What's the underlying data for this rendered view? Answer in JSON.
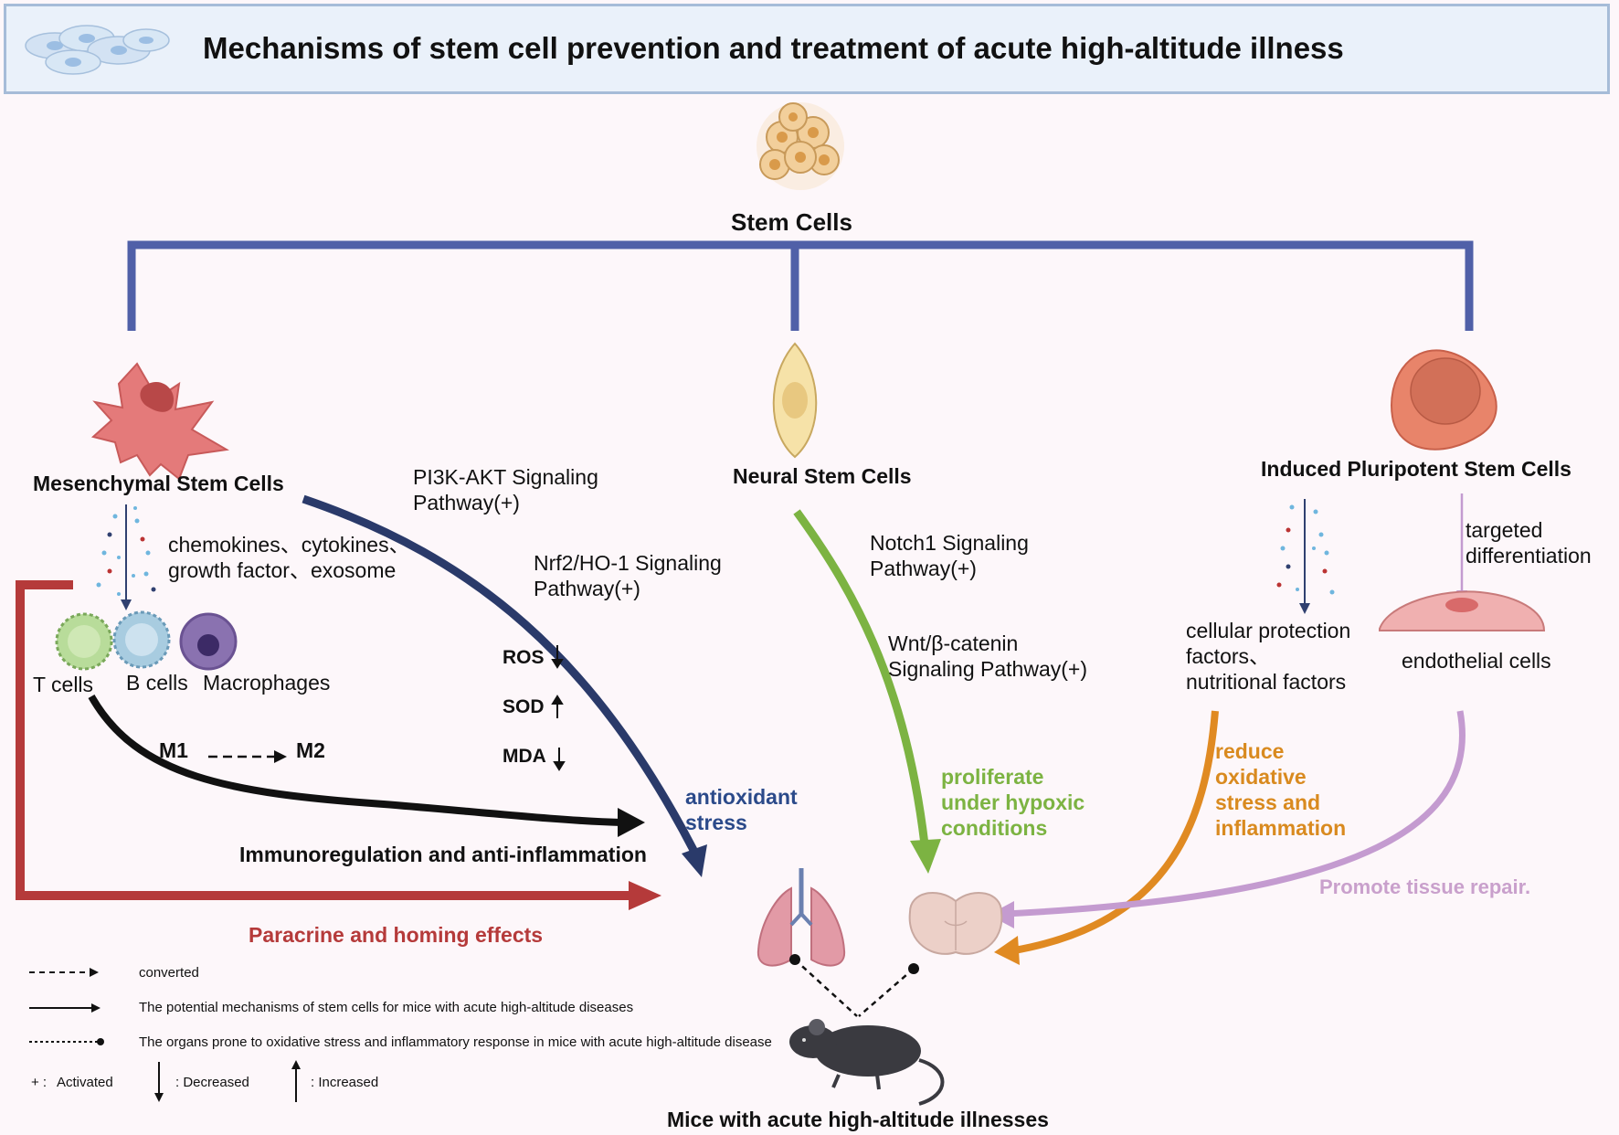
{
  "title": "Mechanisms of stem cell prevention and treatment of acute high-altitude illness",
  "root": "Stem Cells",
  "branches": {
    "msc": {
      "name": "Mesenchymal Stem Cells",
      "secretions": "chemokines、cytokines、\ngrowth factor、exosome",
      "immune_cells": [
        "T cells",
        "B cells",
        "Macrophages"
      ],
      "conversion": [
        "M1",
        "M2"
      ],
      "effect_immuno": "Immunoregulation and anti-inflammation",
      "effect_paracrine": "Paracrine and homing effects"
    },
    "pathways": {
      "pi3k": "PI3K-AKT Signaling\nPathway(+)",
      "nrf2": "Nrf2/HO-1 Signaling\nPathway(+)",
      "markers": [
        "ROS",
        "SOD",
        "MDA"
      ],
      "marker_arrows": [
        "↓",
        "↑",
        "↓"
      ],
      "effect": "antioxidant\nstress"
    },
    "nsc": {
      "name": "Neural Stem Cells",
      "notch": "Notch1 Signaling\nPathway(+)",
      "wnt": "Wnt/β-catenin\nSignaling Pathway(+)",
      "effect": "proliferate\nunder hypoxic\nconditions"
    },
    "ipsc": {
      "name": "Induced Pluripotent Stem Cells",
      "factors": "cellular protection\nfactors、\nnutritional factors",
      "differentiation": "targeted\ndifferentiation",
      "endothelial": "endothelial cells",
      "effect_oxidative": "reduce\noxidative\nstress and\ninflammation",
      "effect_repair": "Promote tissue repair."
    }
  },
  "target": "Mice with acute high-altitude illnesses",
  "legend": [
    {
      "symbol": "dashed-arrow",
      "text": "converted"
    },
    {
      "symbol": "solid-arrow",
      "text": "The potential mechanisms of stem cells for mice with acute high-altitude diseases"
    },
    {
      "symbol": "dotted-dot",
      "text": "The organs prone to oxidative stress and inflammatory response in mice with acute high-altitude disease"
    }
  ],
  "legend_keys": {
    "activated_sym": "+ :",
    "activated": "Activated",
    "decreased": ": Decreased",
    "increased": ": Increased"
  },
  "colors": {
    "tree": "#5060a8",
    "pi3k_arrow": "#2a3a6a",
    "nsc_arrow": "#7cb342",
    "ipsc_orange": "#e08a22",
    "ipsc_purple": "#c49bd0",
    "msc_red": "#b53a3a",
    "effect_blue": "#2b4a8a",
    "effect_green": "#7cb342",
    "effect_orange": "#d98a1f",
    "effect_pink": "#c9a0cc",
    "effect_red": "#b53a3a"
  }
}
